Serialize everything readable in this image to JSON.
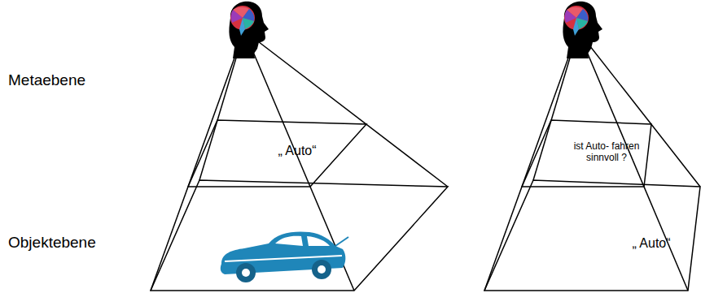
{
  "diagram": {
    "nodes": [
      {
        "text": [
          "„ Auto“"
        ]
      },
      {
        "text": [
          "ist Auto- fahren sinnvoll ?"
        ]
      },
      {
        "text": [
          "„ Auto“"
        ]
      }
    ],
    "labels": [
      "Metaebene",
      "Objektebene"
    ]
  }
}
